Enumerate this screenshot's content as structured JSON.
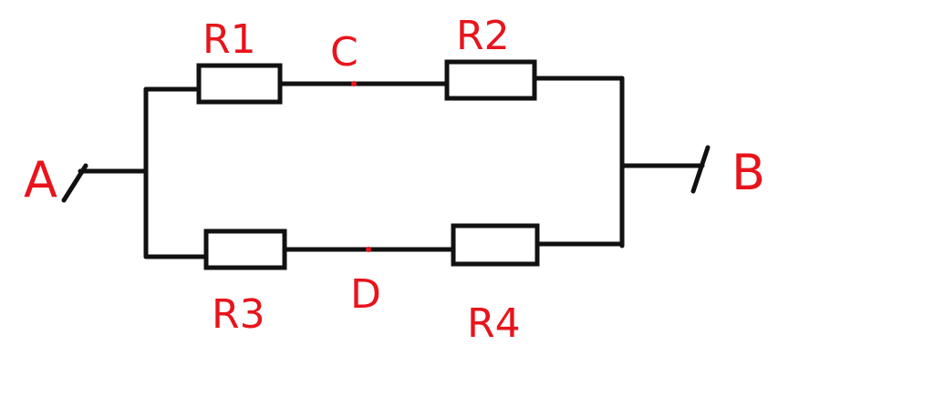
{
  "diagram": {
    "type": "circuit",
    "line_color": "#111111",
    "label_color": "#e8141c",
    "terminals": [
      {
        "id": "A",
        "label": "A"
      },
      {
        "id": "B",
        "label": "B"
      }
    ],
    "nodes": [
      {
        "id": "C",
        "label": "C"
      },
      {
        "id": "D",
        "label": "D"
      }
    ],
    "resistors": [
      {
        "id": "R1",
        "label": "R1",
        "between": [
          "A",
          "C"
        ]
      },
      {
        "id": "R2",
        "label": "R2",
        "between": [
          "C",
          "B"
        ]
      },
      {
        "id": "R3",
        "label": "R3",
        "between": [
          "A",
          "D"
        ]
      },
      {
        "id": "R4",
        "label": "R4",
        "between": [
          "D",
          "B"
        ]
      }
    ],
    "branches": [
      {
        "name": "upper",
        "path": [
          "A",
          "R1",
          "C",
          "R2",
          "B"
        ]
      },
      {
        "name": "lower",
        "path": [
          "A",
          "R3",
          "D",
          "R4",
          "B"
        ]
      }
    ]
  }
}
